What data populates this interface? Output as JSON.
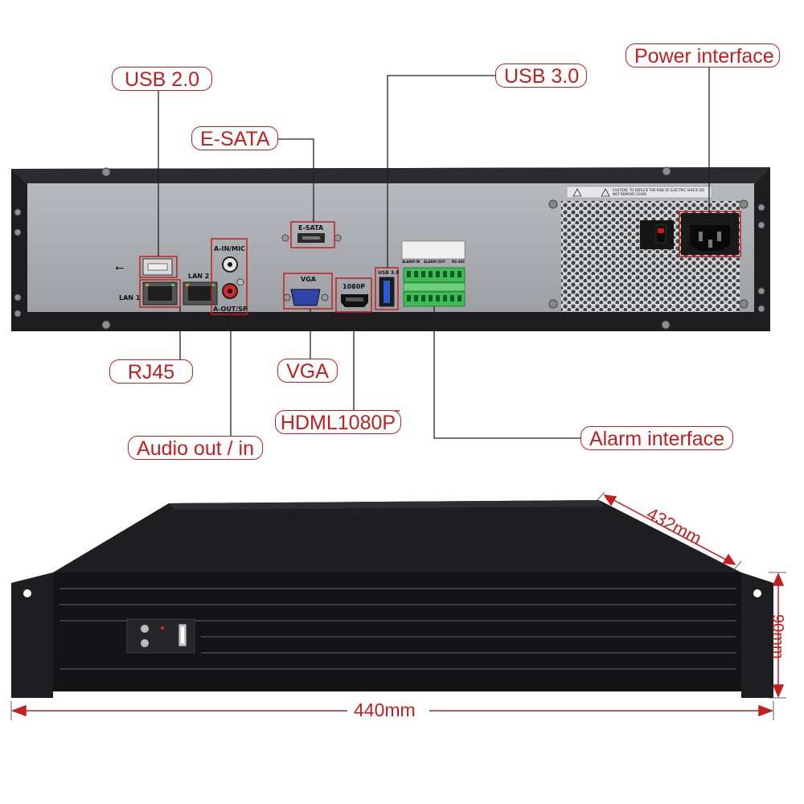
{
  "callouts": {
    "usb2": "USB 2.0",
    "esata": "E-SATA",
    "usb3": "USB 3.0",
    "power": "Power interface",
    "rj45": "RJ45",
    "vga": "VGA",
    "hdmi": "HDML1080P",
    "audio": "Audio out / in",
    "alarm": "Alarm interface"
  },
  "panel_labels": {
    "esata": "E-SATA",
    "ain": "A-IN/MIC",
    "aout": "A-OUT/SP",
    "lan1": "LAN 1",
    "lan2": "LAN 2",
    "vga": "VGA",
    "p1080": "1080P",
    "usb3": "USB 3.0",
    "alarm_in": "ALARM IN",
    "alarm_out": "ALARM OUT",
    "rs485": "RS-485",
    "caution": "CAUTION: TO REDUCE THE RISK OF ELECTRIC SHOCK DO NOT REMOVE COVER"
  },
  "dimensions": {
    "depth": "432mm",
    "height": "90mm",
    "width": "440mm"
  },
  "colors": {
    "accent": "#c41e1e",
    "panel": "#a9acb0",
    "chassis": "#1d1d1f",
    "terminal": "#3bbf55"
  }
}
